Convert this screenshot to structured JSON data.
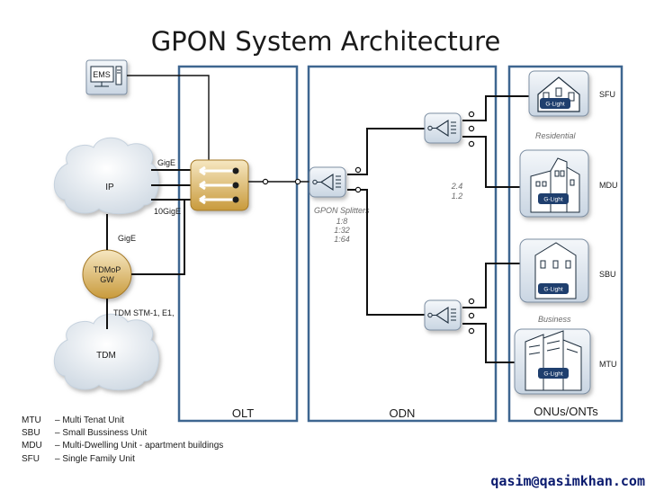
{
  "title": "GPON System Architecture",
  "ems": {
    "label": "EMS"
  },
  "clouds": {
    "ip": "IP",
    "tdm": "TDM"
  },
  "gateway": {
    "line1": "TDMoP",
    "line2": "GW"
  },
  "links": {
    "gige_top": "GigE",
    "tengig": "10GigE",
    "gige_mid": "GigE",
    "tdm_links": "TDM STM-1, E1,"
  },
  "splitter_info": {
    "label": "GPON Splitters",
    "ratio1": "1:8",
    "ratio2": "1:32",
    "ratio3": "1:64"
  },
  "rate_info": {
    "down": "2.4",
    "up": "1.2"
  },
  "sections": {
    "olt": "OLT",
    "odn": "ODN",
    "onu": "ONUs/ONTs"
  },
  "onts": {
    "g_light": "G-Light",
    "sfu": "SFU",
    "mdu": "MDU",
    "sbu": "SBU",
    "mtu": "MTU",
    "residential": "Residential",
    "business": "Business"
  },
  "legend": [
    {
      "abbr": "MTU",
      "desc": "– Multi Tenat Unit"
    },
    {
      "abbr": "SBU",
      "desc": "– Small Bussiness Unit"
    },
    {
      "abbr": "MDU",
      "desc": "– Multi-Dwelling Unit - apartment buildings"
    },
    {
      "abbr": "SFU",
      "desc": "– Single Family Unit"
    }
  ],
  "footer": {
    "email": "qasim@qasimkhan.com"
  },
  "colors": {
    "section_border": "#3e6690",
    "glight_badge": "#1f3f6e",
    "email": "#0a1a6e"
  }
}
